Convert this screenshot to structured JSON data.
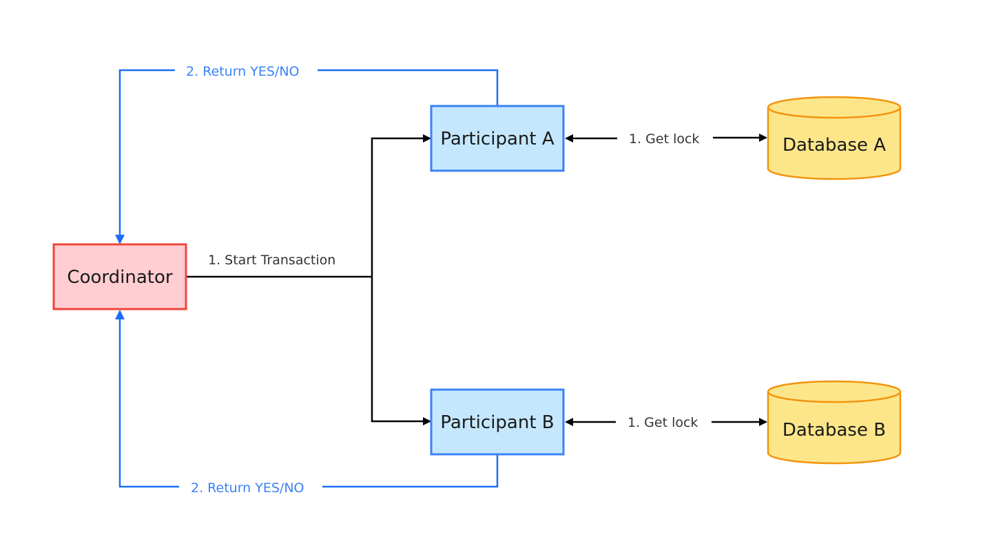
{
  "nodes": {
    "coordinator": {
      "label": "Coordinator",
      "fill": "#ffcdd2",
      "stroke": "#f04438"
    },
    "participant_a": {
      "label": "Participant A",
      "fill": "#c4e7fd",
      "stroke": "#3b82f6"
    },
    "participant_b": {
      "label": "Participant B",
      "fill": "#c4e7fd",
      "stroke": "#3b82f6"
    },
    "database_a": {
      "label": "Database A",
      "fill": "#fde68a",
      "stroke": "#f2930d"
    },
    "database_b": {
      "label": "Database B",
      "fill": "#fde68a",
      "stroke": "#f2930d"
    }
  },
  "edges": {
    "start_transaction": "1.  Start Transaction",
    "get_lock_a": "1.  Get lock",
    "get_lock_b": "1.  Get lock",
    "return_a": "2.  Return YES/NO",
    "return_b": "2.  Return YES/NO"
  },
  "colors": {
    "black_arrow": "#000000",
    "blue_arrow": "#1a6ef5"
  }
}
